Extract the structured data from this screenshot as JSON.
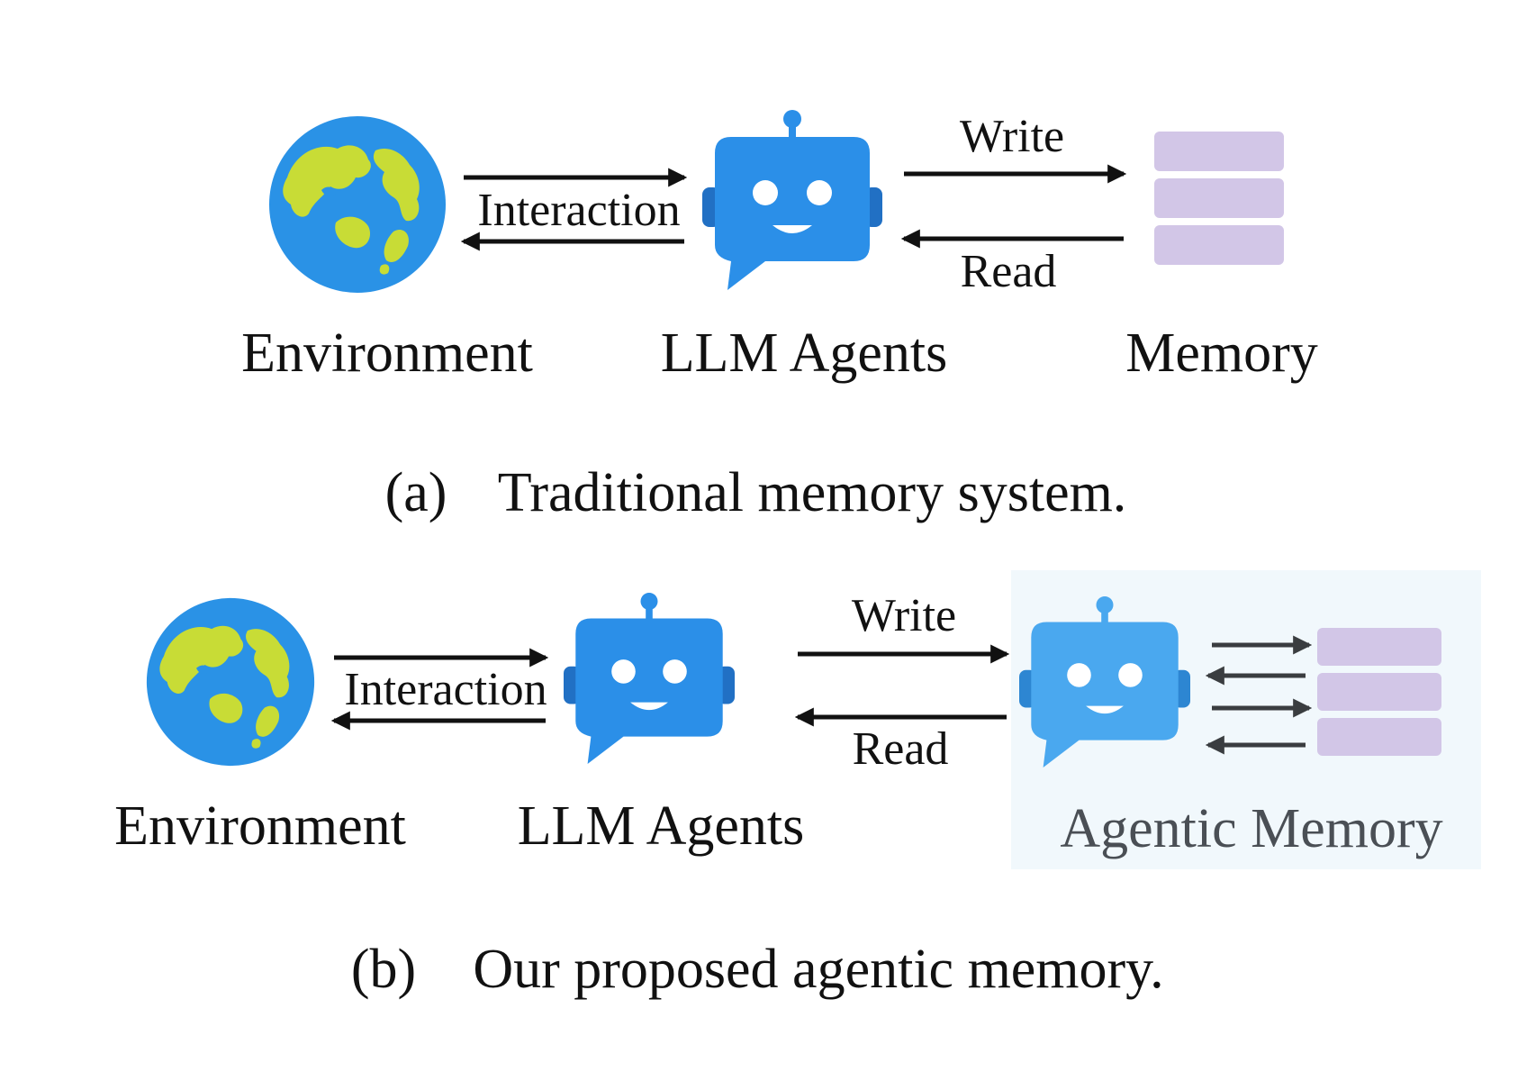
{
  "panel_a": {
    "nodes": {
      "environment": "Environment",
      "agent": "LLM Agents",
      "memory": "Memory"
    },
    "edges": {
      "interaction": "Interaction",
      "write": "Write",
      "read": "Read"
    },
    "caption": {
      "tag": "(a)",
      "text": "Traditional memory system."
    }
  },
  "panel_b": {
    "nodes": {
      "environment": "Environment",
      "agent": "LLM Agents",
      "agentic_memory": "Agentic Memory"
    },
    "edges": {
      "interaction": "Interaction",
      "write": "Write",
      "read": "Read"
    },
    "caption": {
      "tag": "(b)",
      "text": "Our proposed agentic memory."
    }
  },
  "colors": {
    "globe_ocean": "#2a92e6",
    "globe_land": "#c8dc36",
    "robot": "#2b8fe8",
    "robot_light": "#4aa8ef",
    "memory_block": "#d2c6e7",
    "agentic_bg": "#f1f8fc",
    "arrow": "#111111",
    "arrow_muted": "#3a3d40"
  },
  "icons": {
    "environment": "globe-icon",
    "agent": "robot-chat-icon",
    "memory": "memory-stack-icon"
  }
}
